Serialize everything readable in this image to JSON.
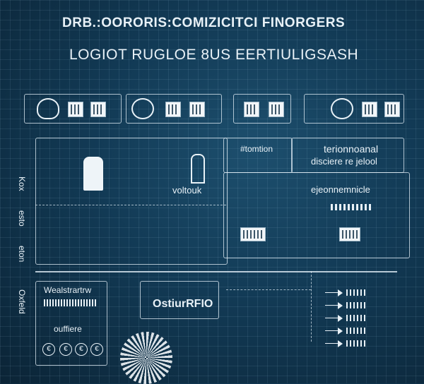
{
  "header": {
    "title": "DRB.:OORORIS:COMIZICITCI FINORGERS",
    "subtitle": "LOGIOT RUGLOE 8US EERTIULIGSASH"
  },
  "labels": {
    "tr_title": "terionnoanal",
    "tr_sub": "disciere re jelool",
    "center_label": "voltouk",
    "mid_left": "#tomtion",
    "mid_right": "ejeonnemnicle",
    "ocr_label": "OstiurRFIO",
    "wash_label": "Wealstrartrw",
    "uff_label": "ouffiere",
    "side1": "Kox",
    "side2": "esto",
    "side3": "eton",
    "side4": "Oxfeld"
  },
  "icons": [
    "robot-head-icon",
    "server-rack-icon",
    "network-cloud-icon",
    "hydrant-icon",
    "gear-burst-icon",
    "arrow-icon"
  ],
  "colors": {
    "bg": "#123a55",
    "line": "#e1eef6"
  }
}
